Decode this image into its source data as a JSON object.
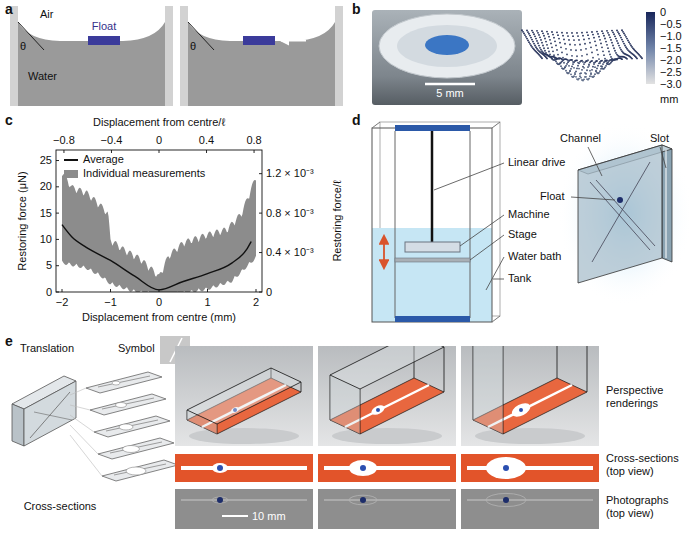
{
  "diagram": {
    "labels": [
      "a",
      "Air",
      "θ",
      "Water",
      "Float",
      "θ",
      "b",
      "5 mm",
      "0",
      "−0.5",
      "−1.0",
      "−1.5",
      "−2.0",
      "−2.5",
      "−3.0",
      "mm",
      "c",
      "Displacement from centre/ℓ",
      "−0.8",
      "−0.4",
      "0",
      "0.4",
      "0.8",
      "25",
      "20",
      "15",
      "10",
      "5",
      "0",
      "Restoring force (μN)",
      "Displacement from centre (mm)",
      "−2",
      "−1",
      "0",
      "1",
      "2",
      "1.2 × 10⁻³",
      "0.8 × 10⁻³",
      "0.4 × 10⁻³",
      "0",
      "Restoring force/ℓ",
      "d",
      "Linear drive",
      "Machine",
      "Stage",
      "Water bath",
      "Tank",
      "Channel",
      "Float",
      "Slot",
      "e",
      "Translation",
      "Symbol",
      "Cross-sections",
      "Perspective renderings",
      "Cross-sections (top view)",
      "Photographs (top view)",
      "10 mm"
    ],
    "legend": [
      {
        "text": "Average"
      },
      {
        "text": "Individual measurements",
        "color": "#8c8c8c"
      }
    ]
  }
}
